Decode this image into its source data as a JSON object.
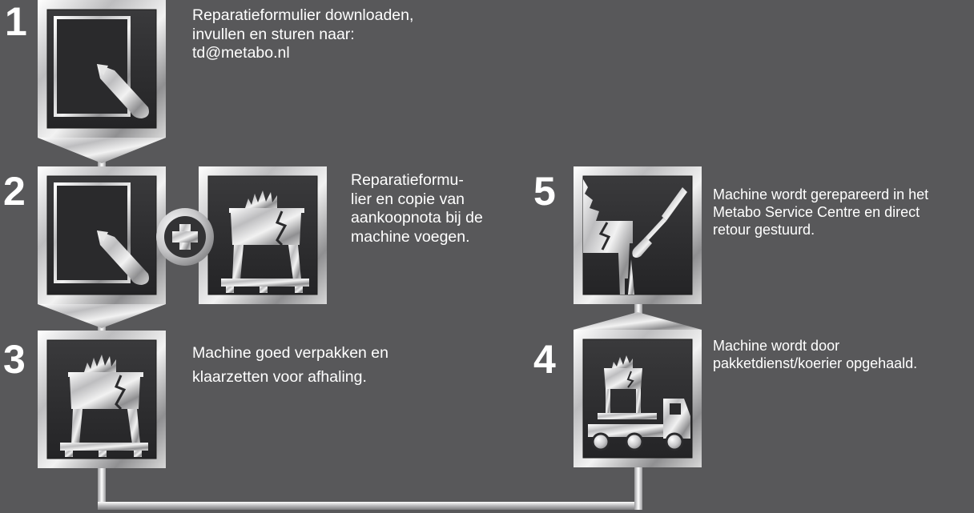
{
  "steps": [
    {
      "number": "1",
      "icon": "form-edit-icon",
      "lines": [
        "Reparatieformulier downloaden,",
        "invullen en sturen naar:",
        "td@metabo.nl"
      ]
    },
    {
      "number": "2",
      "icon": "form-edit-icon",
      "extra_icon": "table-saw-icon",
      "lines": [
        "Reparatieformu-",
        "lier en copie van",
        "aankoopnota bij de",
        "machine voegen."
      ]
    },
    {
      "number": "3",
      "icon": "table-saw-icon",
      "lines": [
        "Machine goed verpakken en",
        "klaarzetten voor afhaling."
      ]
    },
    {
      "number": "4",
      "icon": "delivery-truck-icon",
      "lines": [
        "Machine wordt door",
        "pakketdienst/koerier opgehaald."
      ]
    },
    {
      "number": "5",
      "icon": "repair-screwdriver-icon",
      "lines": [
        "Machine wordt gerepareerd in het",
        "Metabo Service Centre en direct",
        "retour gestuurd."
      ]
    }
  ],
  "connector_icon": "plus-icon",
  "colors": {
    "background": "#58585a",
    "tile": "#2e2e30",
    "metal_light": "#f4f4f4",
    "metal_dark": "#8a8a8c",
    "text": "#ffffff"
  }
}
